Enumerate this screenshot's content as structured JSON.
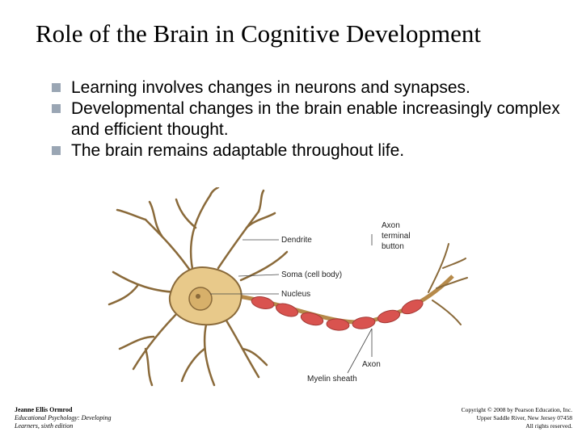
{
  "slide": {
    "title": "Role of the Brain in Cognitive Development",
    "bullets": [
      "Learning involves changes in neurons and synapses.",
      "Developmental changes in the brain enable increasingly complex and efficient thought.",
      "The brain remains adaptable throughout life."
    ],
    "bullet_color": "#9aa6b4"
  },
  "diagram": {
    "labels": {
      "dendrite": "Dendrite",
      "soma": "Soma (cell body)",
      "nucleus": "Nucleus",
      "axon_terminal_line1": "Axon",
      "axon_terminal_line2": "terminal",
      "axon_terminal_line3": "button",
      "myelin": "Myelin sheath",
      "axon": "Axon"
    },
    "colors": {
      "neuron_body": "#e8c98a",
      "neuron_outline": "#8a6a3a",
      "myelin": "#d9534f"
    }
  },
  "footer": {
    "author": "Jeanne Ellis Ormrod",
    "book_line1": "Educational Psychology: Developing",
    "book_line2": "Learners, sixth edition",
    "copyright_line1": "Copyright © 2008 by Pearson Education, Inc.",
    "copyright_line2": "Upper Saddle River, New Jersey 07458",
    "copyright_line3": "All rights reserved."
  }
}
